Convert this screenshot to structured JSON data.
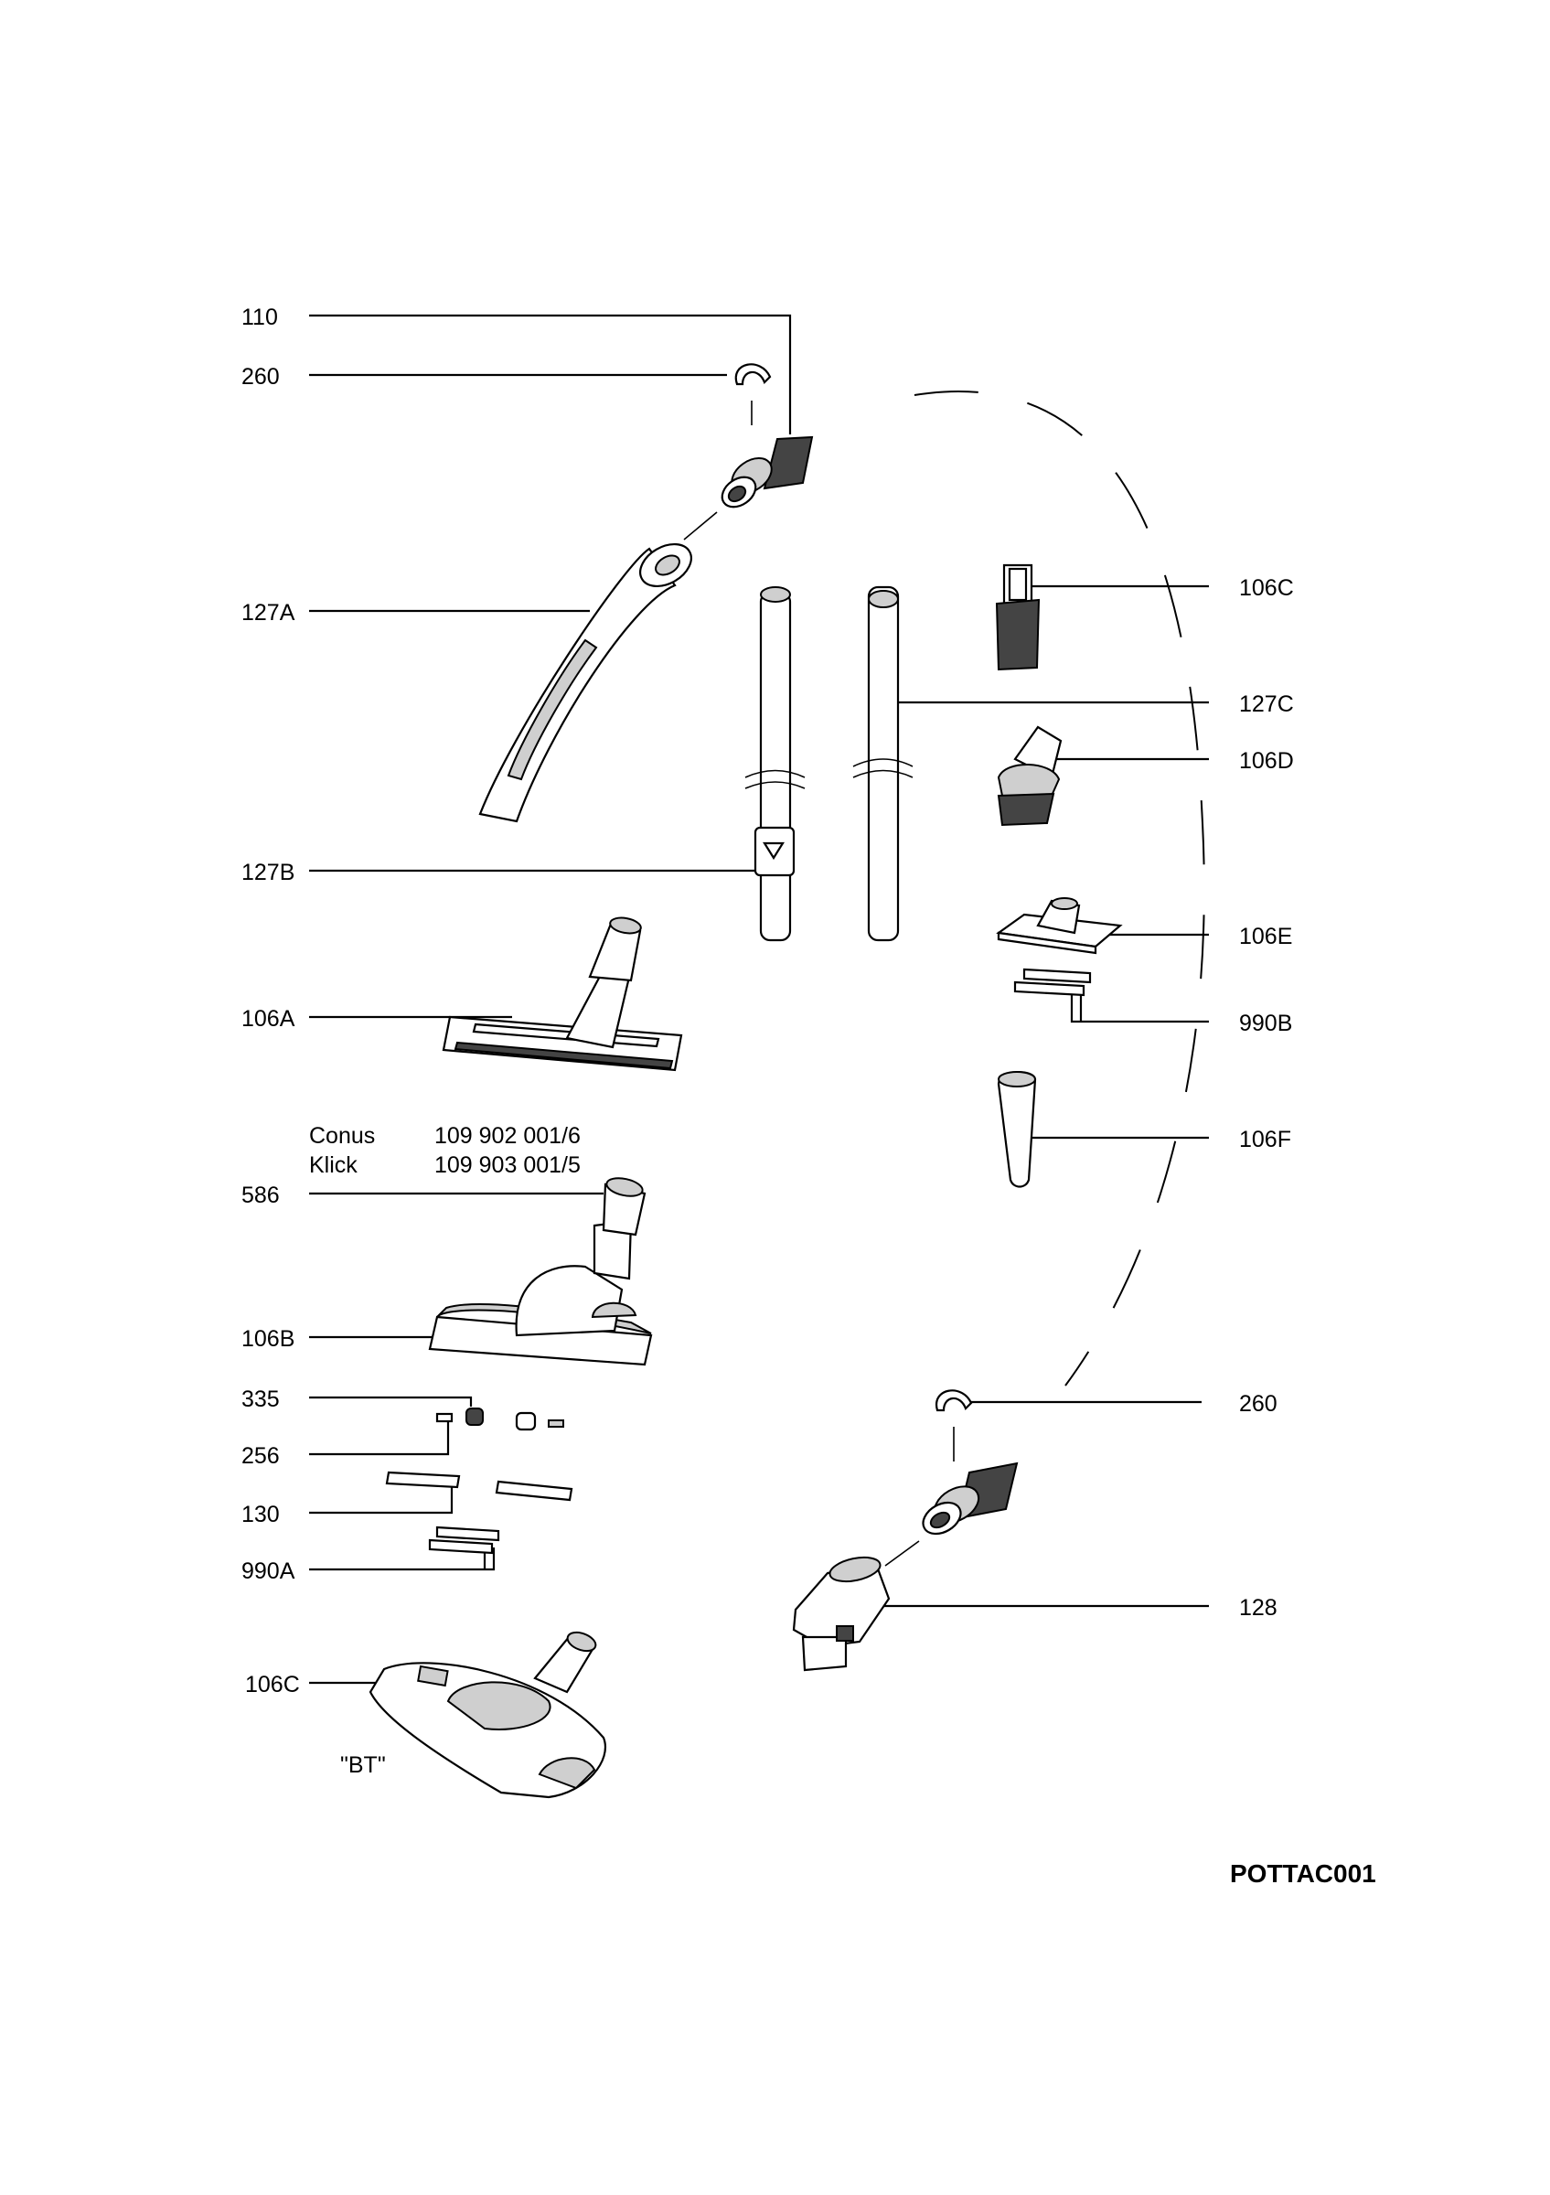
{
  "labels": {
    "p110": "110",
    "p260_top": "260",
    "p127A": "127A",
    "p127B": "127B",
    "p106A": "106A",
    "p586": "586",
    "p106B": "106B",
    "p335": "335",
    "p256": "256",
    "p130": "130",
    "p990A": "990A",
    "p106C_bt": "106C",
    "bt": "\"BT\"",
    "p106C": "106C",
    "p127C": "127C",
    "p106D": "106D",
    "p106E": "106E",
    "p990B": "990B",
    "p106F": "106F",
    "p260_bottom": "260",
    "p128": "128"
  },
  "variants": [
    {
      "name": "Conus",
      "code": "109 902 001/6"
    },
    {
      "name": "Klick",
      "code": "109 903 001/5"
    }
  ],
  "diagram_code": "POTTAC001"
}
